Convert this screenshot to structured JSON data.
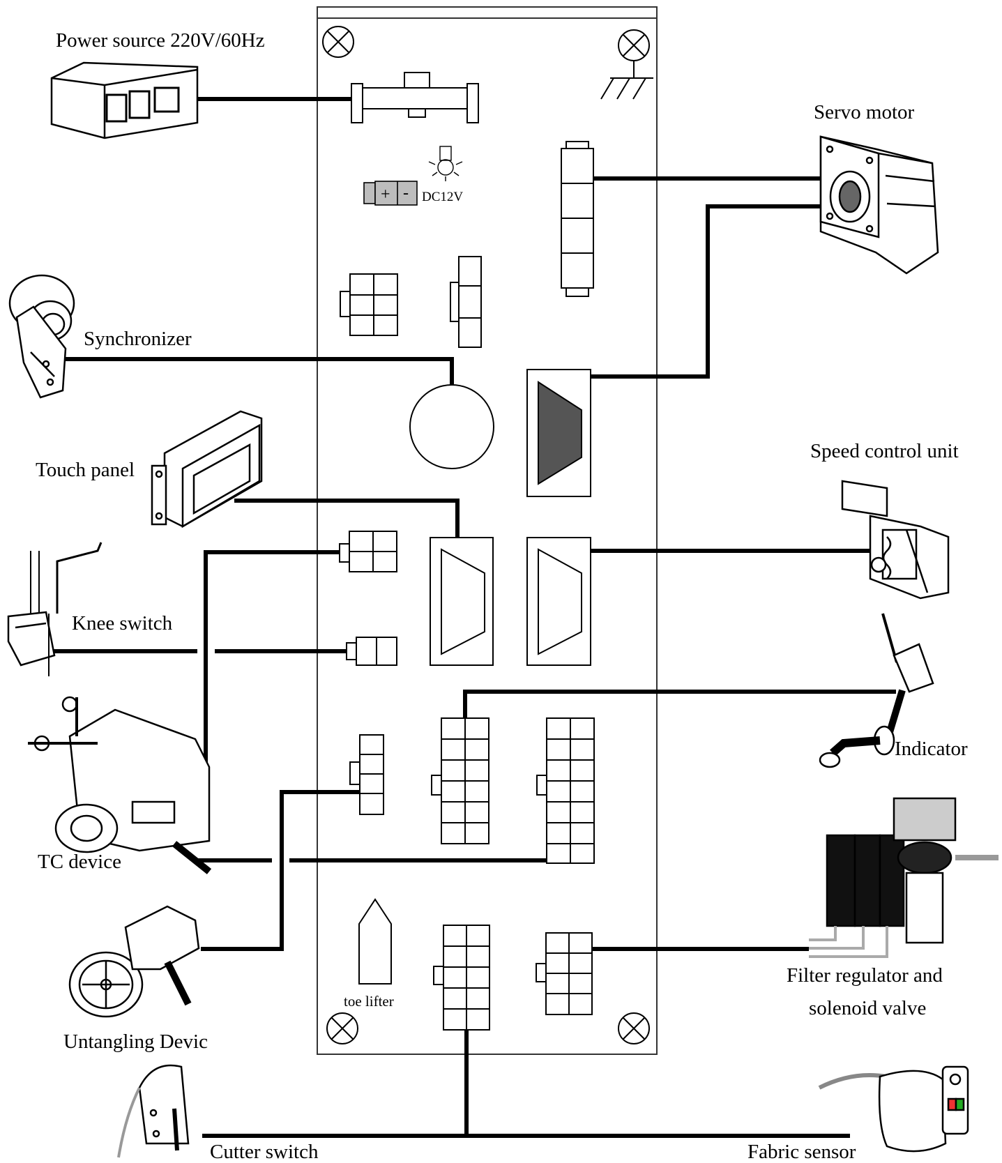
{
  "labels": {
    "power_source": "Power source 220V/60Hz",
    "servo_motor": "Servo motor",
    "synchronizer": "Synchronizer",
    "touch_panel": "Touch panel",
    "speed_control_unit": "Speed control unit",
    "knee_switch": "Knee switch",
    "indicator": "Indicator",
    "tc_device": "TC device",
    "filter_regulator_line1": "Filter regulator and",
    "filter_regulator_line2": "solenoid valve",
    "untangling_device": "Untangling Devic",
    "cutter_switch": "Cutter switch",
    "fabric_sensor": "Fabric sensor",
    "toe_lifter": "toe lifter",
    "dc12v": "DC12V",
    "plus": "+",
    "minus": "-"
  },
  "colors": {
    "line": "#000000",
    "board_border": "#333333",
    "terminal_fill": "#bdbdbd",
    "dark_connector": "#555555"
  }
}
